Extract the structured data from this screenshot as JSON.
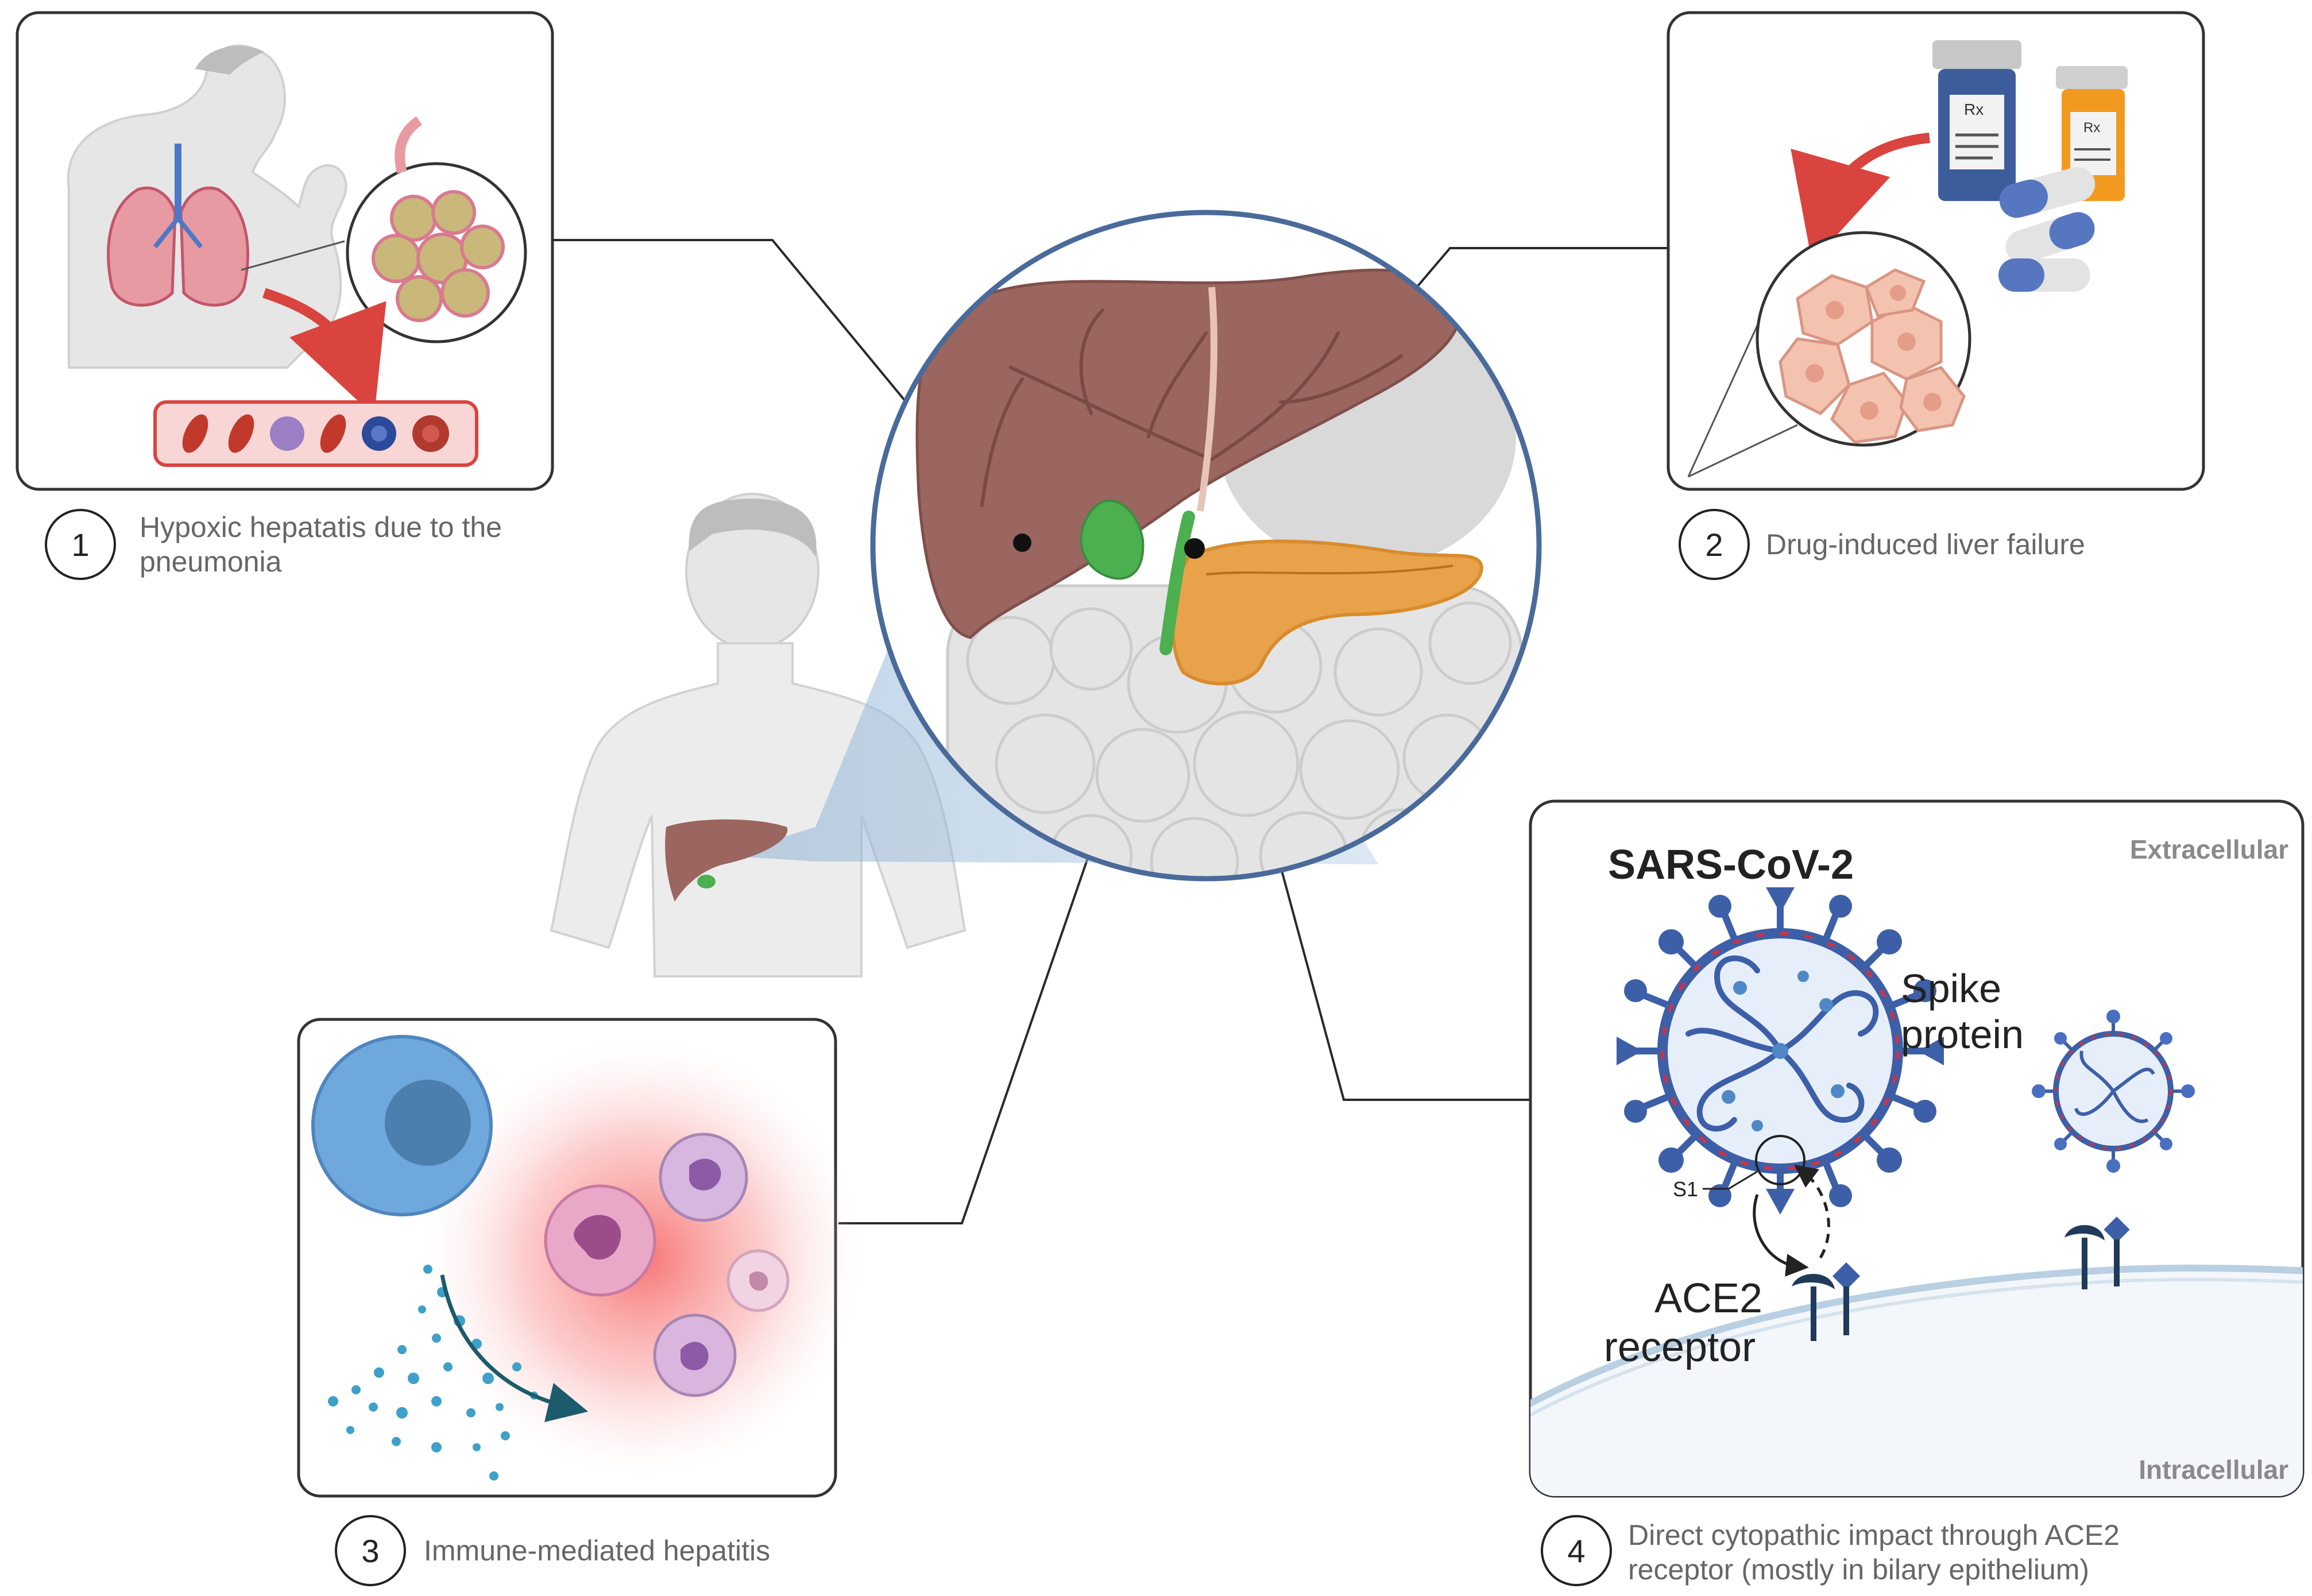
{
  "panels": {
    "p1": {
      "number": "1",
      "caption_line1": "Hypoxic hepatatis due to the",
      "caption_line2": "pneumonia"
    },
    "p2": {
      "number": "2",
      "caption_line1": "Drug-induced liver failure"
    },
    "p3": {
      "number": "3",
      "caption_line1": "Immune-mediated hepatitis"
    },
    "p4": {
      "number": "4",
      "caption_line1": "Direct cytopathic impact through ACE2",
      "caption_line2": "receptor (mostly in bilary epithelium)",
      "virus_name": "SARS-CoV-2",
      "spike_line1": "Spike",
      "spike_line2": "protein",
      "s1_label": "S1",
      "ace2_line1": "ACE2",
      "ace2_line2": "receptor",
      "extracellular": "Extracellular",
      "intracellular": "Intracellular"
    }
  },
  "colors": {
    "panel_border": "#333333",
    "liver": "#9b6560",
    "gallbladder": "#4caf50",
    "pancreas": "#e8a24a",
    "zoom_circle": "#4a6a9a",
    "virus": "#3d5fa8",
    "arrow_red": "#d9443f",
    "rx_blue": "#3d5c9c",
    "rx_orange": "#f29a1f",
    "highlight_beam": "#8fb3d6"
  },
  "icons": [
    "coughing-person-icon",
    "lungs-icon",
    "alveoli-icon",
    "blood-vessel-icon",
    "pill-bottle-icon",
    "capsule-icon",
    "hepatocyte-cluster-icon",
    "immune-cell-icon",
    "neutrophil-icon",
    "virus-icon",
    "ace2-receptor-icon",
    "liver-icon",
    "human-figure-icon"
  ]
}
